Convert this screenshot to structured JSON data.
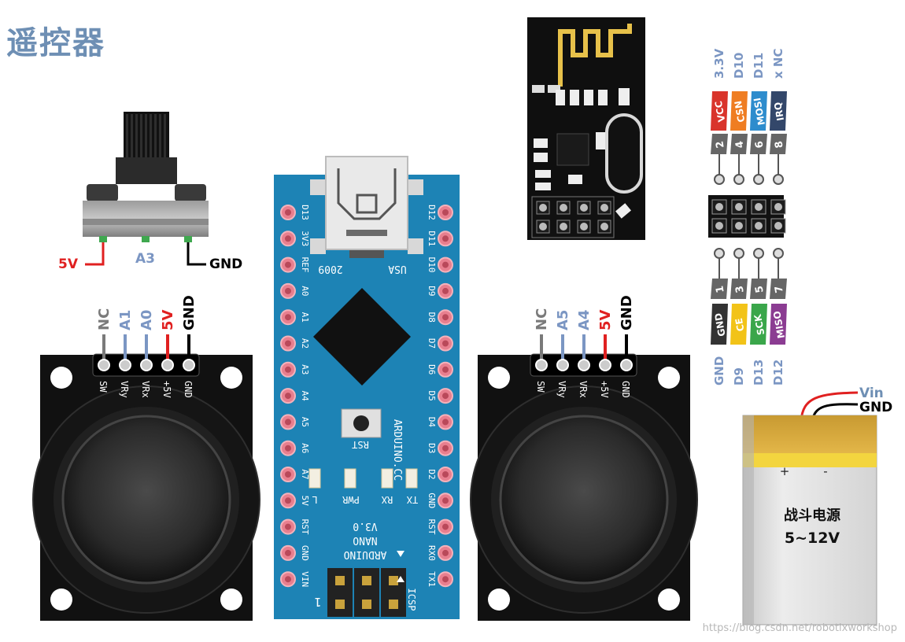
{
  "title": "遥控器",
  "watermark": "https://blog.csdn.net/robotixworkshop",
  "colors": {
    "red": "#e02020",
    "blue": "#7b96c3",
    "grey": "#7a7a7a",
    "black": "#000000",
    "board_blue": "#1d83b5",
    "pad_pink": "#e87f8f"
  },
  "potentiometer": {
    "labels": {
      "left": "5V",
      "middle": "A3",
      "right": "GND"
    }
  },
  "joystick_left": {
    "wires": [
      "NC",
      "A1",
      "A0",
      "5V",
      "GND"
    ],
    "pins": [
      "SW",
      "VRy",
      "VRx",
      "+5V",
      "GND"
    ]
  },
  "joystick_right": {
    "wires": [
      "NC",
      "A5",
      "A4",
      "5V",
      "GND"
    ],
    "pins": [
      "SW",
      "VRy",
      "VRx",
      "+5V",
      "GND"
    ]
  },
  "nano": {
    "left_pins": [
      "D13",
      "3V3",
      "REF",
      "A0",
      "A1",
      "A2",
      "A3",
      "A4",
      "A5",
      "A6",
      "A7",
      "5V",
      "RST",
      "GND",
      "VIN"
    ],
    "right_pins": [
      "D12",
      "D11",
      "D10",
      "D9",
      "D8",
      "D7",
      "D6",
      "D5",
      "D4",
      "D3",
      "D2",
      "GND",
      "RST",
      "RX0",
      "TX1"
    ],
    "top_left": "2009",
    "top_right": "USA",
    "brand": "ARDUINO.CC",
    "rst": "RST",
    "leds": [
      "L",
      "PWR",
      "RX",
      "TX"
    ],
    "model_lines": [
      "V3.0",
      "NANO",
      "ARDUINO"
    ],
    "icsp": "ICSP",
    "one": "1"
  },
  "nrf": {
    "top_assign": [
      "3.3V",
      "D10",
      "D11",
      "x NC"
    ],
    "top_tags": [
      {
        "label": "VCC",
        "color": "#d9342b"
      },
      {
        "label": "CSN",
        "color": "#ef7d22"
      },
      {
        "label": "MOSI",
        "color": "#2d8ccd"
      },
      {
        "label": "IRQ",
        "color": "#33476a"
      }
    ],
    "top_numbers": [
      "2",
      "4",
      "6",
      "8"
    ],
    "bottom_numbers": [
      "1",
      "3",
      "5",
      "7"
    ],
    "bottom_tags": [
      {
        "label": "GND",
        "color": "#333333"
      },
      {
        "label": "CE",
        "color": "#f2c318"
      },
      {
        "label": "SCK",
        "color": "#3aa64a"
      },
      {
        "label": "MISO",
        "color": "#8b3c92"
      }
    ],
    "bottom_assign": [
      "GND",
      "D9",
      "D13",
      "D12"
    ]
  },
  "battery": {
    "wire_labels": {
      "vin": "Vin",
      "gnd": "GND"
    },
    "plus": "+",
    "minus": "-",
    "name": "战斗电源",
    "voltage": "5~12V"
  }
}
